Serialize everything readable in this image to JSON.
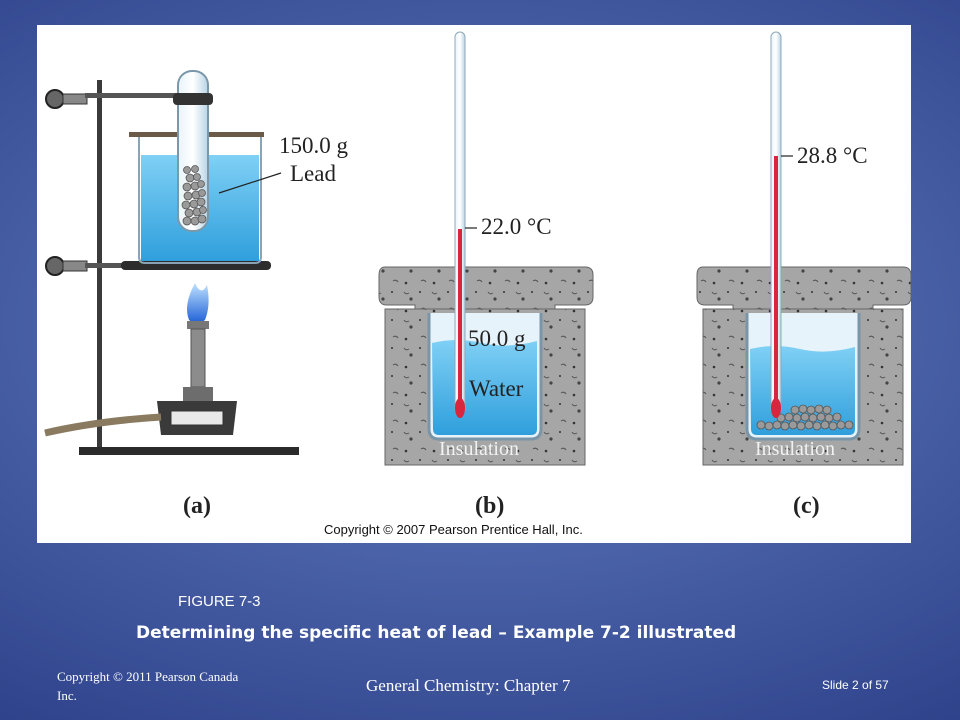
{
  "figure": {
    "panel_a": {
      "mass_label": "150.0 g",
      "material_label": "Lead",
      "caption": "(a)"
    },
    "panel_b": {
      "temperature_label": "22.0 °C",
      "mass_label": "50.0 g",
      "liquid_label": "Water",
      "insulation_label": "Insulation",
      "caption": "(b)"
    },
    "panel_c": {
      "temperature_label": "28.8 °C",
      "insulation_label": "Insulation",
      "caption": "(c)"
    },
    "copyright": "Copyright © 2007 Pearson Prentice Hall, Inc."
  },
  "slide": {
    "figure_number": "FIGURE 7-3",
    "caption": "Determining the specific heat of lead – Example 7-2 illustrated",
    "footer_copyright": "Copyright © 2011 Pearson Canada Inc.",
    "footer_title": "General Chemistry: Chapter 7",
    "slide_number": "Slide 2 of 57"
  },
  "colors": {
    "background": "#4b63a8",
    "water": "#4fb3e6",
    "thermometer_liquid": "#d7263d",
    "insulation": "#a9a9a9"
  }
}
